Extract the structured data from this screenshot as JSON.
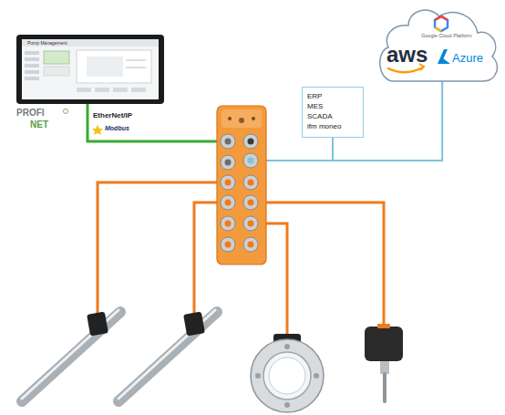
{
  "diagram": {
    "nodes": [
      {
        "text": [
          "Google Cloud Platform",
          "aws",
          "Azure"
        ]
      },
      {
        "text": [
          "ERP",
          "MES",
          "SCADA",
          "ifm moneo"
        ]
      }
    ],
    "edges": [
      {
        "from": 1,
        "to": 0,
        "arrow": "none"
      }
    ],
    "labels": [
      "Pump Management",
      "PROFI",
      "NET",
      "EtherNet/IP",
      "Modbus"
    ]
  }
}
